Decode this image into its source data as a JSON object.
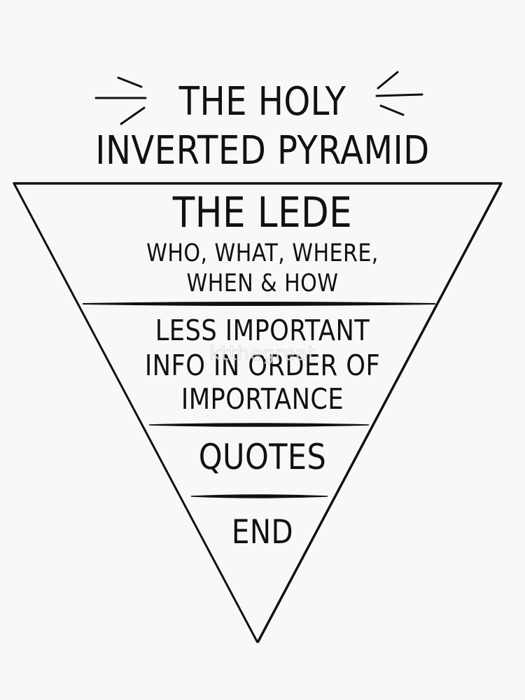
{
  "diagram": {
    "title_lines": [
      "THE HOLY",
      "INVERTED PYRAMID"
    ],
    "sections": [
      {
        "id": "lede",
        "heading": "THE LEDE",
        "subtext_lines": [
          "WHO, WHAT, WHERE,",
          "WHEN & HOW"
        ]
      },
      {
        "id": "less-important",
        "text_lines": [
          "LESS IMPORTANT",
          "INFO IN ORDER OF",
          "IMPORTANCE"
        ]
      },
      {
        "id": "quotes",
        "text": "QUOTES"
      },
      {
        "id": "end",
        "text": "END"
      }
    ],
    "shape": "inverted-triangle",
    "decorations": [
      "emphasis-lines-left",
      "emphasis-lines-right"
    ]
  },
  "watermark": "ktthegreat",
  "colors": {
    "background": "#f8f8f8",
    "ink": "#111111"
  }
}
